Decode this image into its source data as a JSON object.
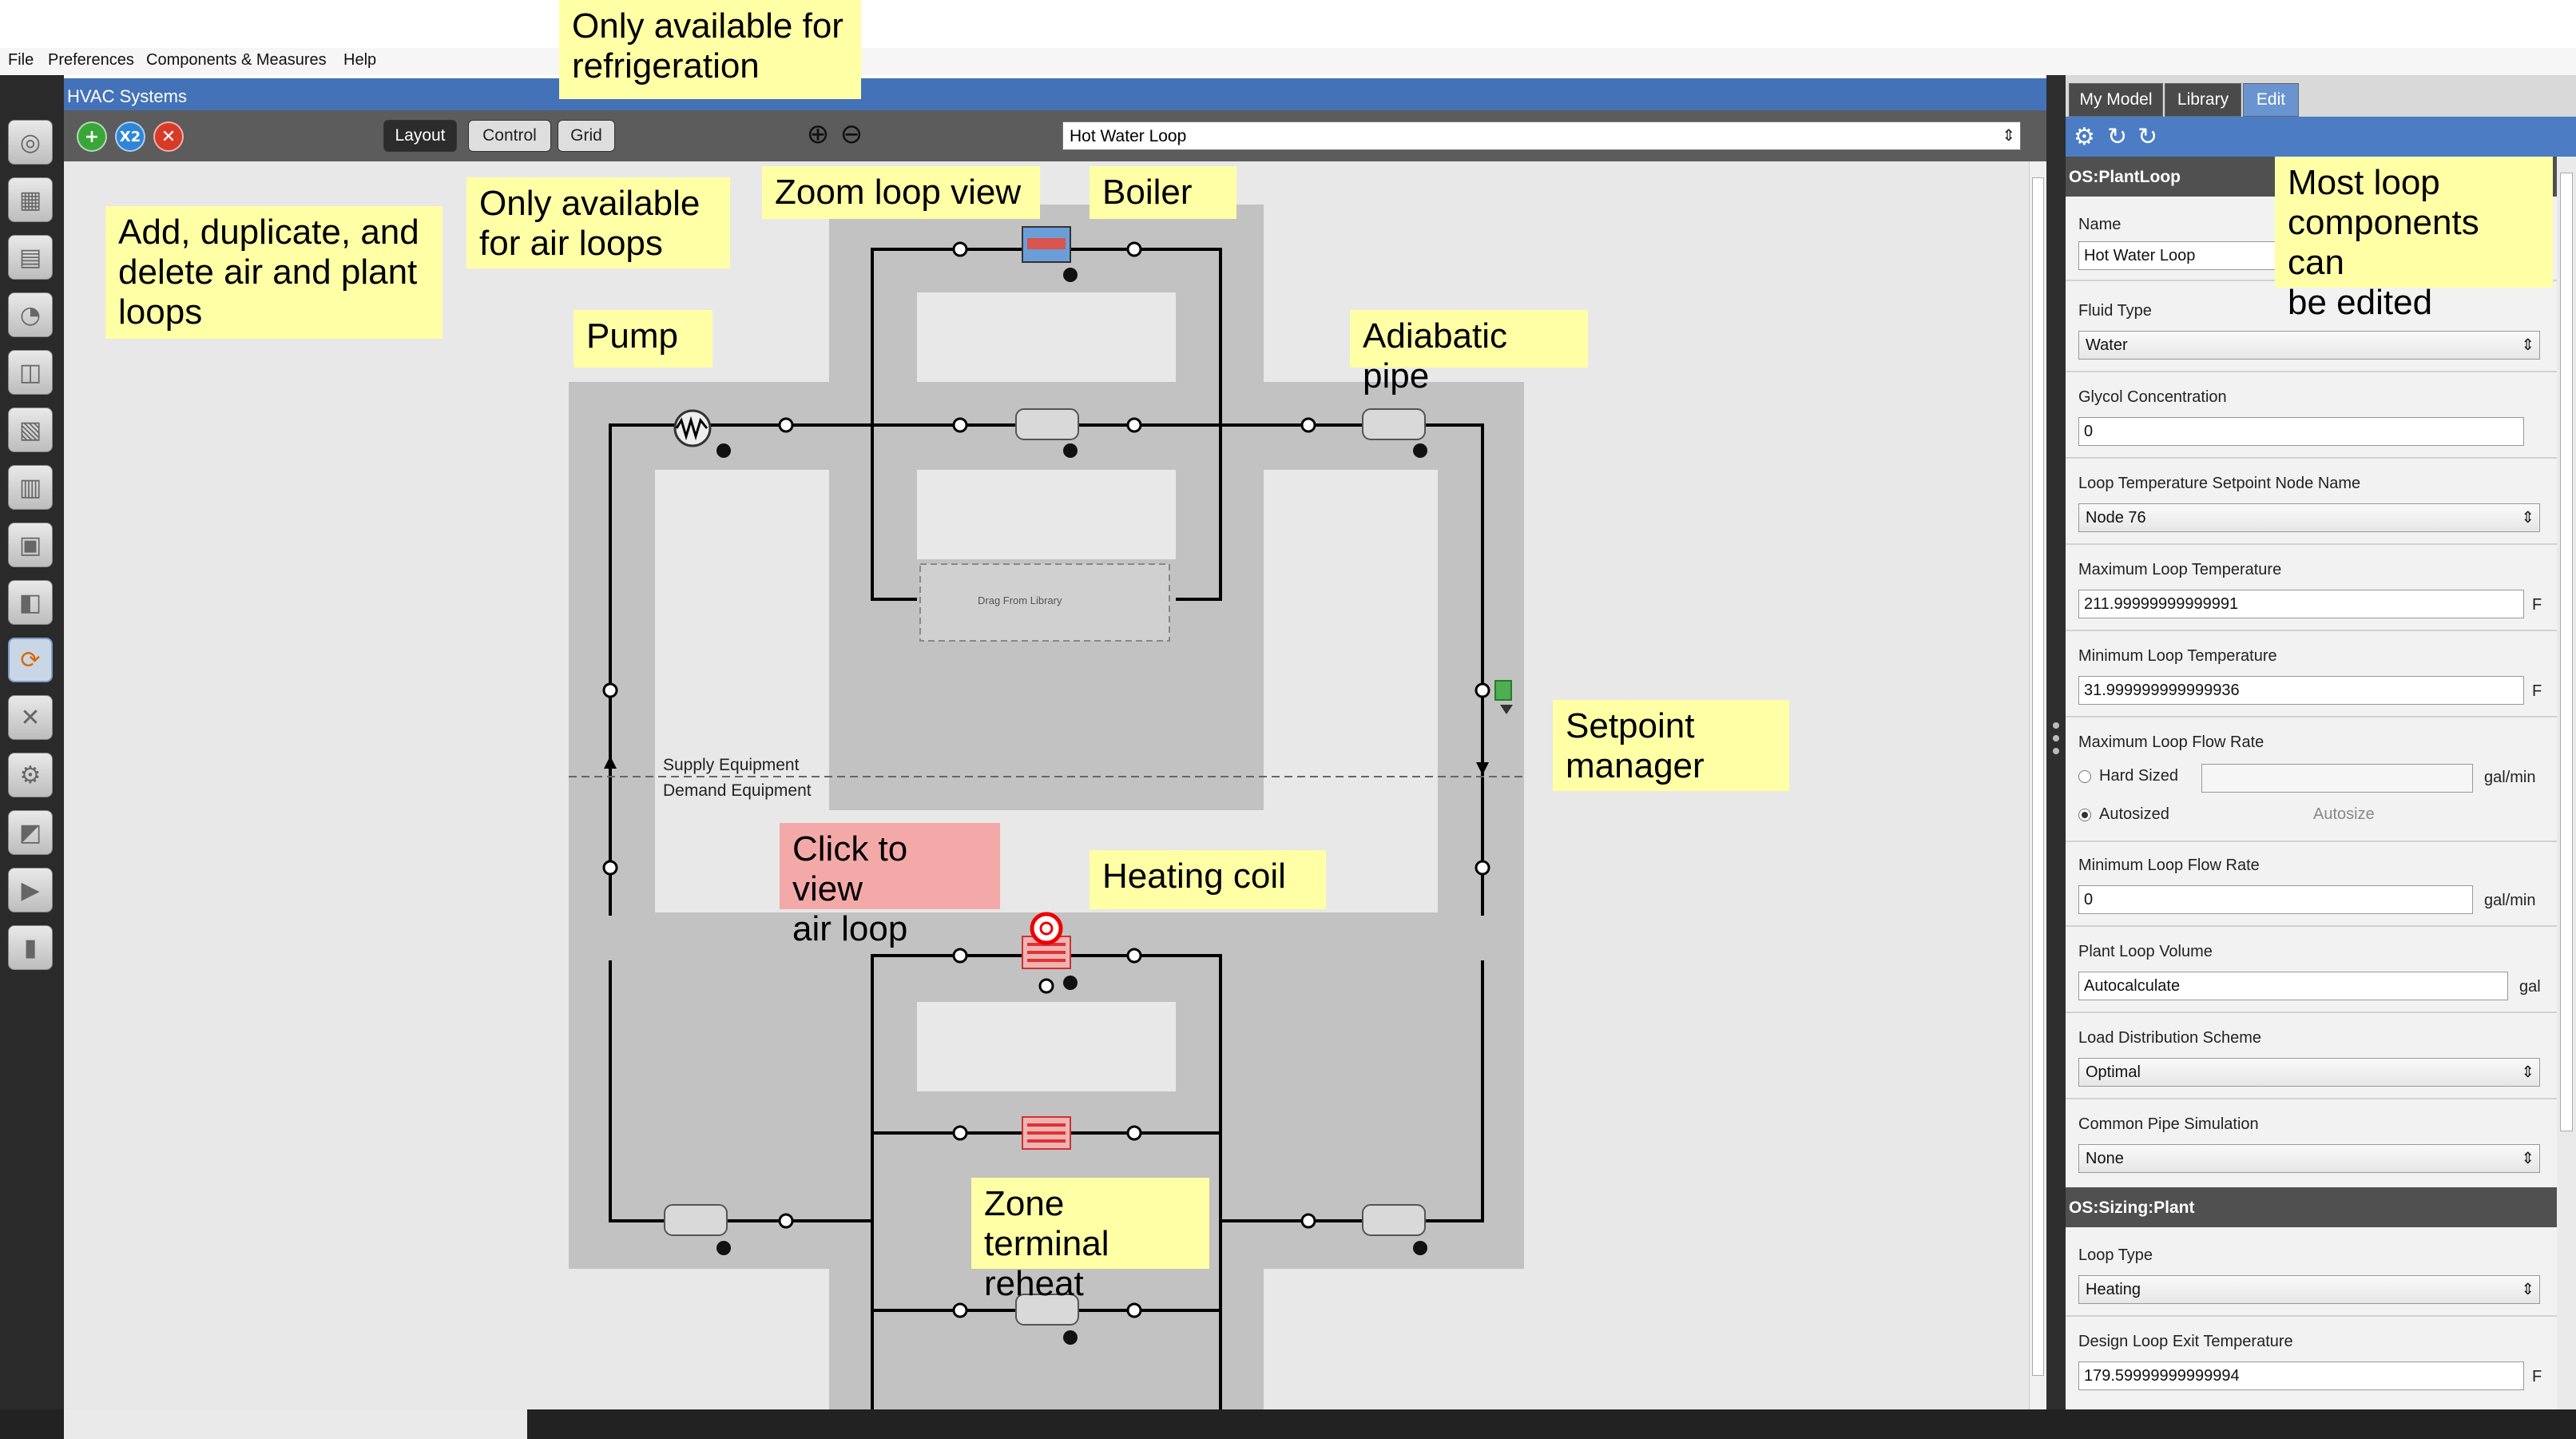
{
  "menu": {
    "items": [
      "File",
      "Preferences",
      "Components & Measures",
      "Help"
    ]
  },
  "hvac": {
    "title": "HVAC Systems",
    "toolbar": {
      "add_icon": "plus-icon",
      "duplicate_label": "X2",
      "delete_icon": "x-icon",
      "layout_label": "Layout",
      "control_label": "Control",
      "grid_label": "Grid",
      "zoom_in_icon": "zoom-in-icon",
      "zoom_out_icon": "zoom-out-icon",
      "loop_selected": "Hot Water Loop"
    }
  },
  "diagram": {
    "drag_from_library": "Drag From Library",
    "supply_label": "Supply Equipment",
    "demand_label": "Demand Equipment"
  },
  "right_panel": {
    "tabs": [
      "My Model",
      "Library",
      "Edit"
    ],
    "active_tab": "Edit",
    "sections": {
      "plant_loop": "OS:PlantLoop",
      "sizing_plant": "OS:Sizing:Plant"
    },
    "fields": {
      "name_label": "Name",
      "name_value": "Hot Water Loop",
      "fluid_type_label": "Fluid Type",
      "fluid_type_value": "Water",
      "glycol_label": "Glycol Concentration",
      "glycol_value": "0",
      "setpoint_node_label": "Loop Temperature Setpoint Node Name",
      "setpoint_node_value": "Node 76",
      "max_temp_label": "Maximum Loop Temperature",
      "max_temp_value": "211.99999999999991",
      "max_temp_unit": "F",
      "min_temp_label": "Minimum Loop Temperature",
      "min_temp_value": "31.999999999999936",
      "min_temp_unit": "F",
      "max_flow_label": "Maximum Loop Flow Rate",
      "hard_sized_label": "Hard Sized",
      "flow_unit": "gal/min",
      "autosized_label": "Autosized",
      "autosize_text": "Autosize",
      "min_flow_label": "Minimum Loop Flow Rate",
      "min_flow_value": "0",
      "min_flow_unit": "gal/min",
      "volume_label": "Plant Loop Volume",
      "volume_value": "Autocalculate",
      "volume_unit": "gal",
      "load_dist_label": "Load Distribution Scheme",
      "load_dist_value": "Optimal",
      "common_pipe_label": "Common Pipe Simulation",
      "common_pipe_value": "None",
      "loop_type_label": "Loop Type",
      "loop_type_value": "Heating",
      "design_exit_label": "Design Loop Exit Temperature",
      "design_exit_value": "179.59999999999994",
      "design_exit_unit": "F"
    }
  },
  "callouts": {
    "refrigeration": "Only available for\nrefrigeration",
    "add_dup_delete": "Add, duplicate, and\ndelete air and plant\nloops",
    "air_loops_only": "Only available\nfor air loops",
    "zoom": "Zoom loop view",
    "boiler": "Boiler",
    "pump": "Pump",
    "adiabatic": "Adiabatic pipe",
    "setpoint": "Setpoint\nmanager",
    "click_air_loop": "Click to view\nair loop",
    "heating_coil": "Heating coil",
    "zone_reheat": "Zone terminal\nreheat",
    "edit_components": "Most loop\ncomponents can\nbe edited"
  },
  "colors": {
    "title_blue": "#4472b9",
    "callout_yellow": "#ffffa6",
    "callout_pink": "#f4a9a9",
    "toolbar_gray": "#5c5c5c"
  }
}
